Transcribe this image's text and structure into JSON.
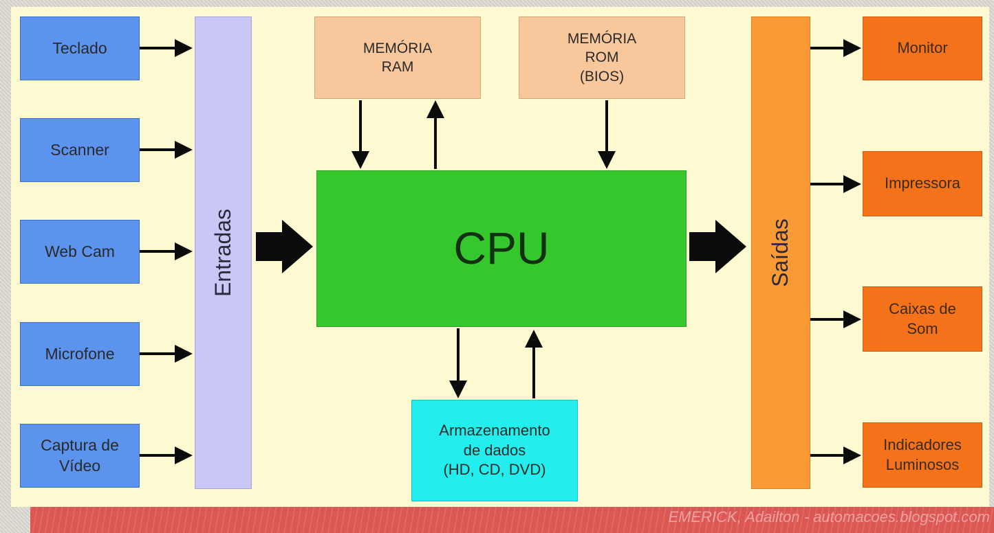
{
  "inputs": [
    {
      "label": "Teclado"
    },
    {
      "label": "Scanner"
    },
    {
      "label": "Web Cam"
    },
    {
      "label": "Microfone"
    },
    {
      "label": "Captura de\nVídeo"
    }
  ],
  "input_bus": {
    "label": "Entradas"
  },
  "memory": {
    "ram": {
      "label": "MEMÓRIA\nRAM"
    },
    "rom": {
      "label": "MEMÓRIA\nROM\n(BIOS)"
    }
  },
  "cpu": {
    "label": "CPU"
  },
  "storage": {
    "label": "Armazenamento\nde dados\n(HD, CD, DVD)"
  },
  "output_bus": {
    "label": "Saídas"
  },
  "outputs": [
    {
      "label": "Monitor"
    },
    {
      "label": "Impressora"
    },
    {
      "label": "Caixas de\nSom"
    },
    {
      "label": "Indicadores\nLuminosos"
    }
  ],
  "footer": {
    "watermark": "EMERICK, Adailton - automacoes.blogspot.com"
  },
  "colors": {
    "input": "#5b93ed",
    "output": "#f4731a",
    "memory": "#f8c79c",
    "cpu": "#36c72f",
    "storage": "#22eeed",
    "input_bus": "#c9c7f5",
    "output_bus": "#fb9a34",
    "background": "#fdf9d1"
  }
}
